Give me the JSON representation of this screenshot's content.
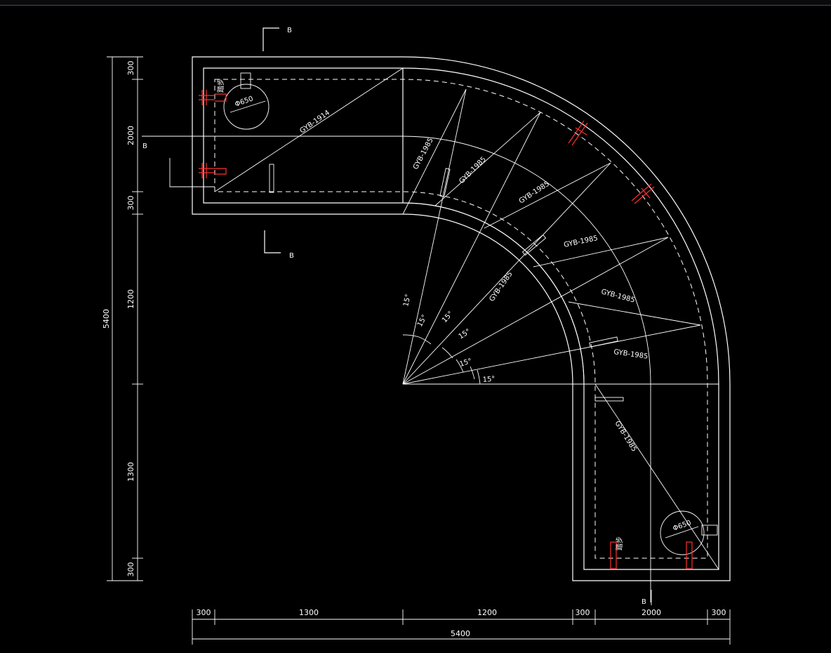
{
  "drawing": {
    "section_marks": [
      "B",
      "B",
      "B",
      "B"
    ],
    "pipe_labels": [
      "GYB-1914",
      "GYB-1985",
      "GYB-1985",
      "GYB-1985",
      "GYB-1985",
      "GYB-1985",
      "GYB-1985",
      "GYB-1985",
      "GYB-1985"
    ],
    "manhole_labels": [
      "Φ650",
      "Φ650"
    ],
    "step_labels": [
      "踏步",
      "踏步"
    ],
    "angle_labels": [
      "15°",
      "15°",
      "15°",
      "15°",
      "15°",
      "15°"
    ]
  },
  "dims_bottom": [
    "300",
    "1300",
    "1200",
    "300",
    "2000",
    "300"
  ],
  "dims_bottom_total": "5400",
  "dims_left": [
    "300",
    "2000",
    "300",
    "1200",
    "1300",
    "300"
  ],
  "dims_left_total": "5400",
  "colors": {
    "background": "#000000",
    "lines": "#ffffff",
    "accent": "#ff3030"
  }
}
